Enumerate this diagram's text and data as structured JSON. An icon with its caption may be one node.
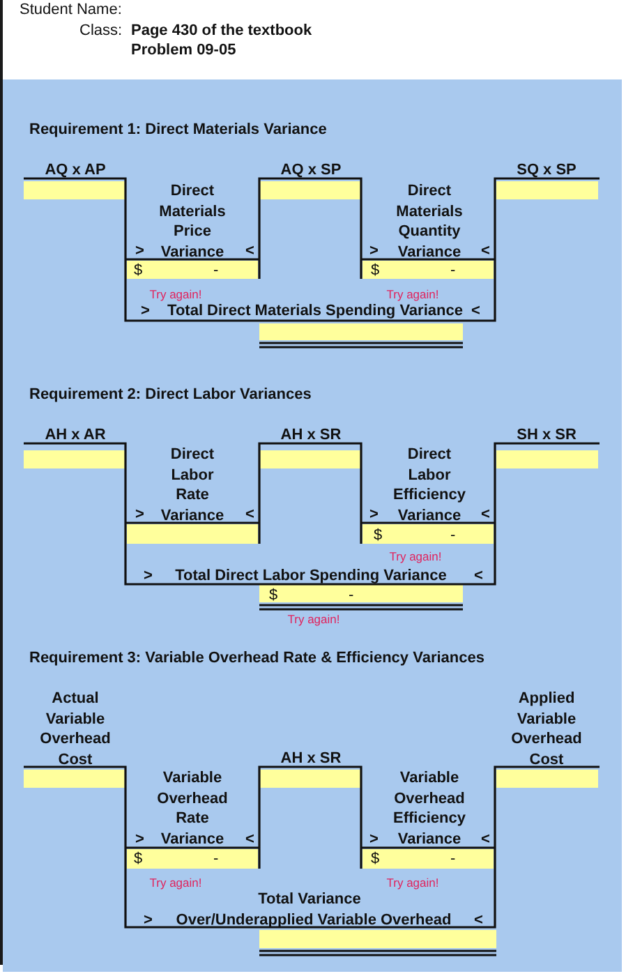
{
  "diagram": {
    "labels": [
      "Student Name:",
      "Class:",
      "Page 430 of the textbook",
      "Problem 09-05",
      "Requirement 1: Direct Materials Variance",
      "AQ x AP",
      "AQ x SP",
      "SQ x SP",
      "Direct Materials Price Variance",
      ">",
      "<",
      "Direct Materials Quantity Variance",
      ">",
      "<",
      "$",
      "-",
      "$",
      "-",
      "Try again!",
      "Try again!",
      ">",
      "Total Direct Materials Spending Variance",
      "<",
      "Requirement 2: Direct Labor Variances",
      "AH x AR",
      "AH x SR",
      "SH x SR",
      "Direct Labor Rate Variance",
      ">",
      "<",
      "Direct Labor Efficiency Variance",
      ">",
      "<",
      "$",
      "-",
      "Try again!",
      ">",
      "Total Direct Labor Spending Variance",
      "<",
      "$",
      "-",
      "Try again!",
      "Requirement 3: Variable Overhead Rate & Efficiency Variances",
      "Actual Variable Overhead Cost",
      "AH x SR",
      "Applied Variable Overhead Cost",
      "Variable Overhead Rate Variance",
      ">",
      "<",
      "Variable Overhead Efficiency Variance",
      ">",
      "<",
      "$",
      "-",
      "$",
      "-",
      "Try again!",
      "Try again!",
      "Total Variance",
      ">",
      "Over/Underapplied Variable Overhead",
      "<"
    ]
  }
}
